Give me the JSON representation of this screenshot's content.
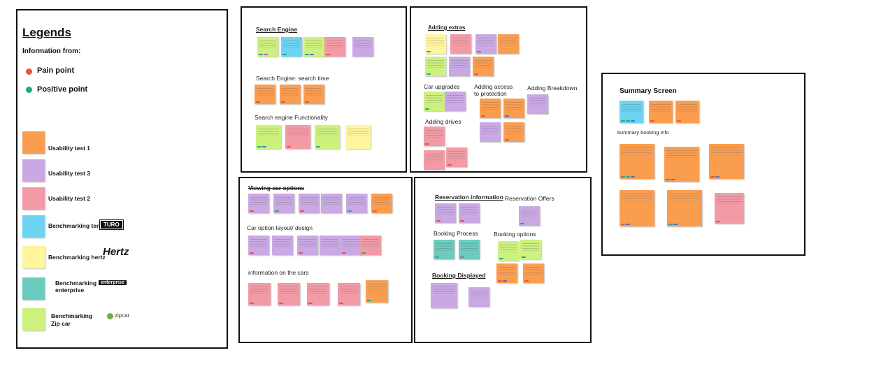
{
  "legend": {
    "title": "Legends",
    "subtitle": "Information from:",
    "points": [
      {
        "label": "Pain point",
        "color": "#e8543a"
      },
      {
        "label": "Positive point",
        "color": "#1faa85"
      }
    ],
    "sources": [
      {
        "label": "Usability test 1",
        "color": "#fb9d4f",
        "logo": ""
      },
      {
        "label": "Usability test 3",
        "color": "#c9a8e4",
        "logo": ""
      },
      {
        "label": "Usability test 2",
        "color": "#f29aa6",
        "logo": ""
      },
      {
        "label": "Benchmarking tero",
        "color": "#6dd3f3",
        "logo": "TURO"
      },
      {
        "label": "Benchmarking hertz",
        "color": "#fff59d",
        "logo": "Hertz"
      },
      {
        "label": "Benchmarking enterprise",
        "color": "#6ccbbf",
        "logo": "enterprise"
      },
      {
        "label": "Benchmarking Zip car",
        "color": "#ccf17d",
        "logo": "zipcar"
      }
    ]
  },
  "frames": {
    "search": {
      "sections": [
        "Search Engine",
        "Search Engine: search time",
        "Search engine  Functionality"
      ]
    },
    "extras": {
      "sections": [
        "Adding extras",
        "Car upgrades",
        "Adding access to protection",
        "Adding Breakdown",
        "Adding drives"
      ]
    },
    "viewing": {
      "sections": [
        "Viewing car options",
        "Car option layout/ design",
        "information on the cars"
      ]
    },
    "reservation": {
      "sections": [
        "Reservation information",
        "Reservation Offers",
        "Booking Process",
        "Booking options",
        "Booking Displayed"
      ]
    },
    "summary": {
      "sections": [
        "Summary Screen",
        "Summary booking info"
      ]
    }
  }
}
